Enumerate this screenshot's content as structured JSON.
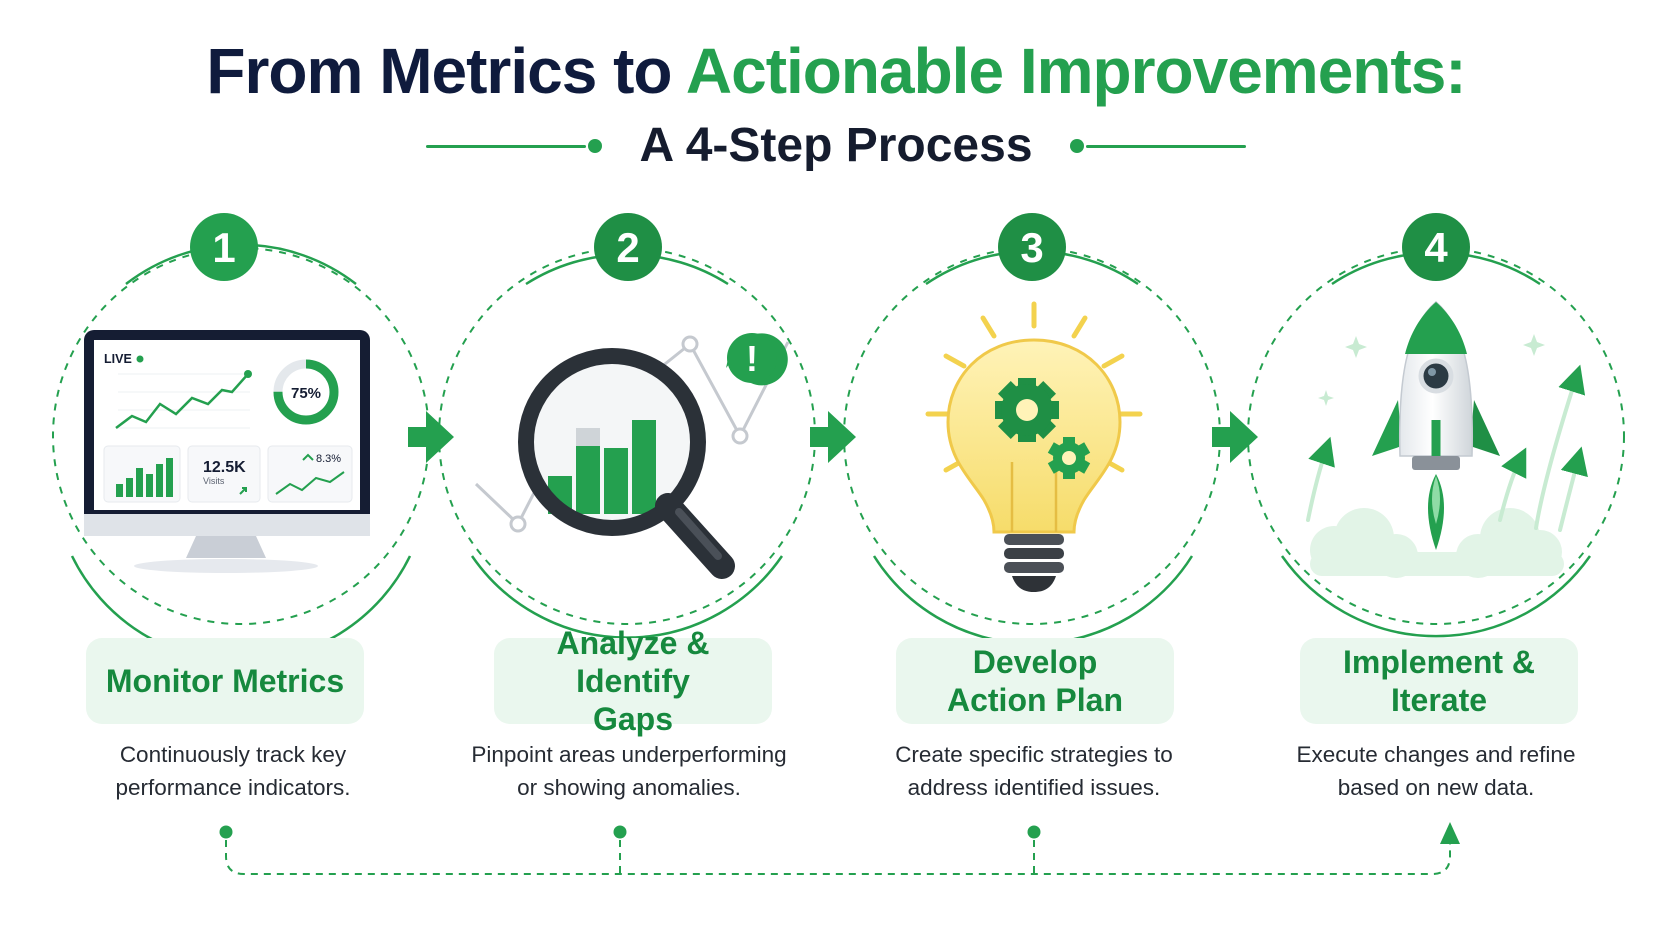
{
  "title": {
    "part1": "From Metrics to",
    "part2": "Actionable Improvements:"
  },
  "subtitle": "A 4-Step Process",
  "colors": {
    "accent": "#24a04f",
    "accent_dark": "#16893e",
    "navy": "#0f1b3d",
    "label_bg": "#eaf7ee",
    "bulb_yellow": "#f3d24e"
  },
  "steps": [
    {
      "number": "1",
      "label": "Monitor Metrics",
      "description": "Continuously track key performance indicators.",
      "icon": "monitor-dashboard-icon",
      "dashboard": {
        "live_label": "LIVE",
        "gauge_value": "75%",
        "gauge_fraction": 0.75,
        "visits_value": "12.5K",
        "visits_label": "Visits",
        "change_value": "8.3%"
      }
    },
    {
      "number": "2",
      "label": "Analyze & Identify Gaps",
      "description": "Pinpoint areas underperforming or showing anomalies.",
      "icon": "magnifying-glass-chart-icon",
      "alert": "!"
    },
    {
      "number": "3",
      "label": "Develop Action Plan",
      "description": "Create specific strategies to address identified issues.",
      "icon": "lightbulb-gears-icon"
    },
    {
      "number": "4",
      "label": "Implement & Iterate",
      "description": "Execute changes and refine based on new data.",
      "icon": "rocket-icon"
    }
  ]
}
